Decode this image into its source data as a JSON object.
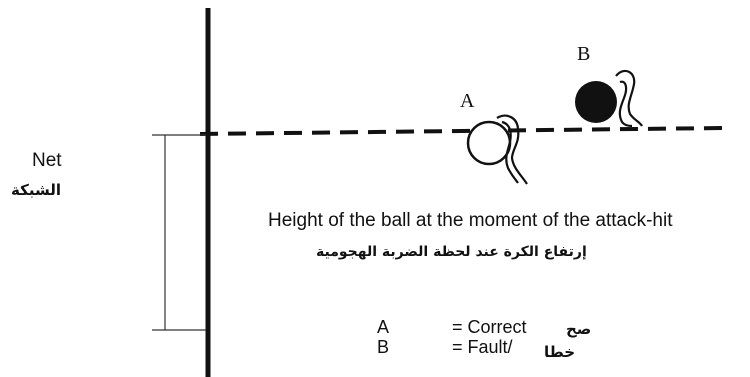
{
  "net": {
    "label_en": "Net",
    "label_ar": "الشبكة"
  },
  "balls": {
    "a_label": "A",
    "b_label": "B"
  },
  "caption": {
    "en": "Height of the ball at the moment of the attack-hit",
    "ar": "إرتفاع الكرة عند لحظة الضربة الهجومية"
  },
  "legend": [
    {
      "letter": "A",
      "text": "= Correct",
      "ar": "صح"
    },
    {
      "letter": "B",
      "text": "= Fault/",
      "ar": "خطا"
    }
  ],
  "colors": {
    "ink": "#111111",
    "background": "#ffffff"
  }
}
